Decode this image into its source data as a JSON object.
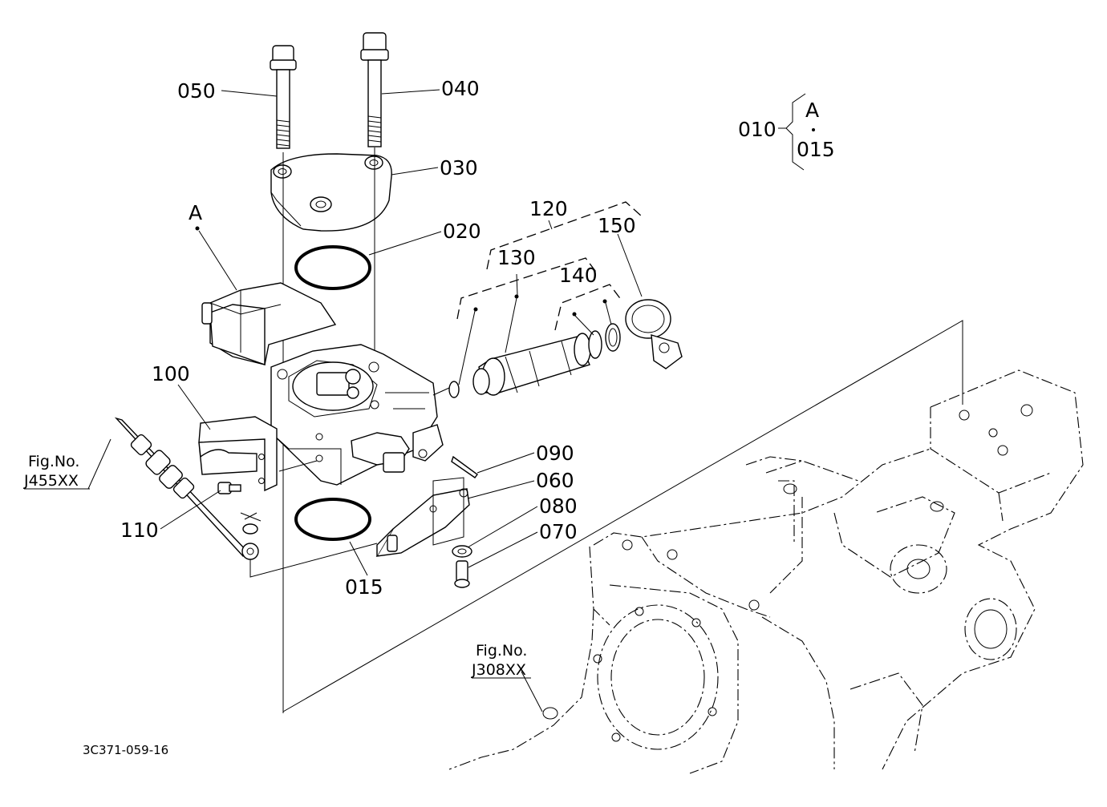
{
  "labels": {
    "p050": "050",
    "p040": "040",
    "p030": "030",
    "p020": "020",
    "p120": "120",
    "p150": "150",
    "p130": "130",
    "p140": "140",
    "p010": "010",
    "a_top": "A",
    "p015_top": "015",
    "a_main": "A",
    "p100": "100",
    "p090": "090",
    "p060": "060",
    "p080": "080",
    "p070": "070",
    "p110": "110",
    "p015_bottom": "015"
  },
  "references": {
    "fig_j455_line1": "Fig.No.",
    "fig_j455_line2": "J455XX",
    "fig_j308_line1": "Fig.No.",
    "fig_j308_line2": "J308XX"
  },
  "drawing_code": "3C371-059-16"
}
